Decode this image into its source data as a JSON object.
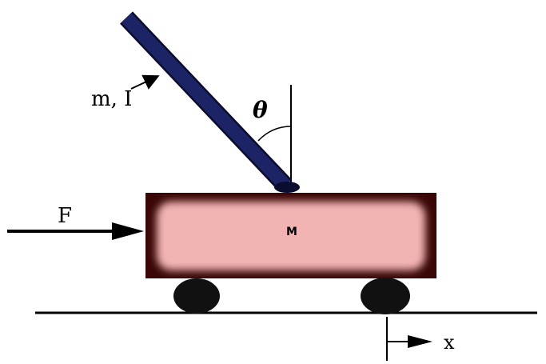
{
  "labels": {
    "pendulum": "m, I",
    "angle": "θ",
    "force": "F",
    "cart_mass": "M",
    "position": "x"
  },
  "colors": {
    "pole": "#1c2466",
    "pole_outline": "#0a0d2e",
    "cart_fill": "#f2b3b3",
    "cart_border": "#3a0606",
    "wheel": "#111111",
    "line": "#000000"
  }
}
